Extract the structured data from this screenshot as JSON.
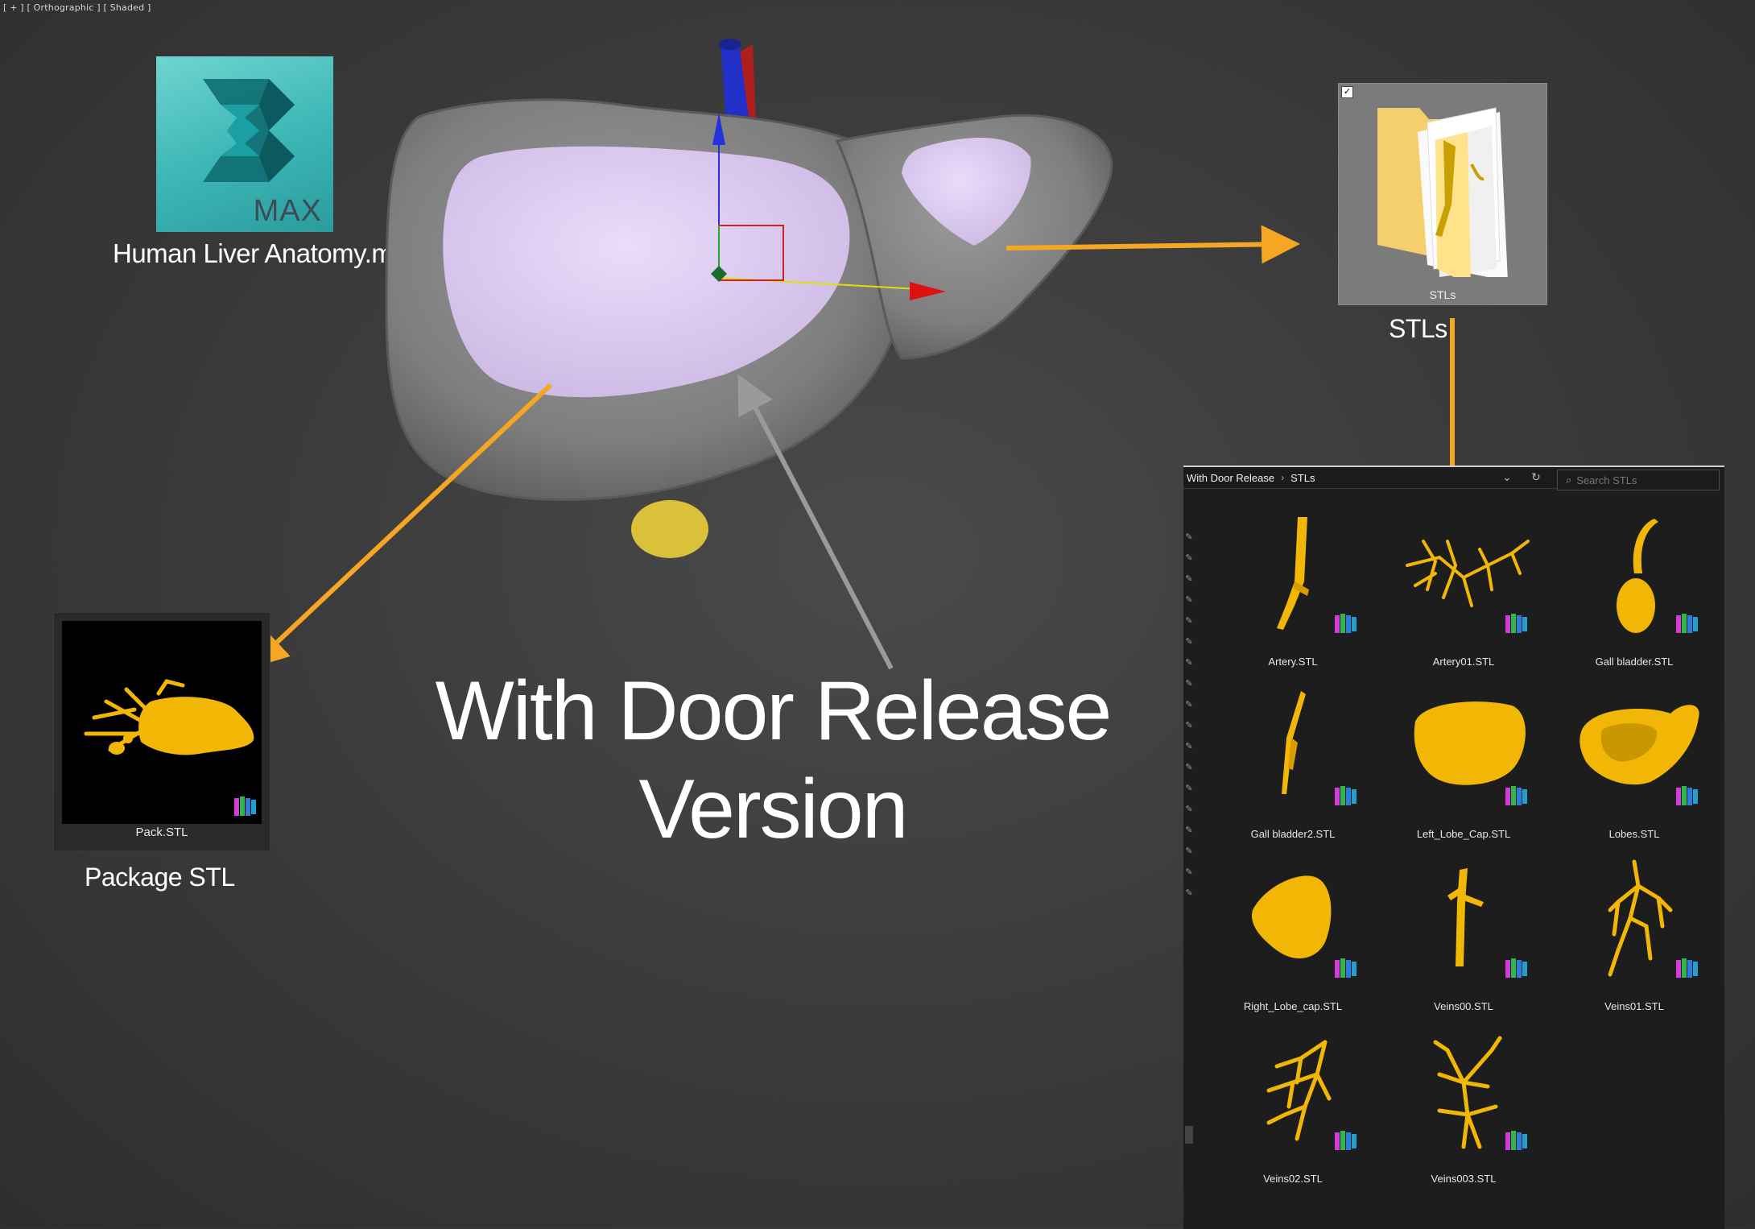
{
  "viewport": {
    "label": "[ + ] [ Orthographic ] [ Shaded ]"
  },
  "max_file": {
    "logo_text": "MAX",
    "caption": "Human Liver Anatomy.max"
  },
  "stls_folder": {
    "tile_label": "STLs",
    "caption": "STLs",
    "checked": true
  },
  "package": {
    "tile_label": "Pack.STL",
    "caption": "Package STL"
  },
  "title": {
    "line1": "With Door Release",
    "line2": "Version"
  },
  "explorer": {
    "breadcrumb": [
      "With Door Release",
      "STLs"
    ],
    "search_placeholder": "Search STLs",
    "files": [
      {
        "name": "Artery.STL",
        "icon": "artery-model-icon"
      },
      {
        "name": "Artery01.STL",
        "icon": "artery-branches-icon"
      },
      {
        "name": "Gall bladder.STL",
        "icon": "gall-bladder-icon"
      },
      {
        "name": "Gall bladder2.STL",
        "icon": "gall-duct-icon"
      },
      {
        "name": "Left_Lobe_Cap.STL",
        "icon": "left-lobe-cap-icon"
      },
      {
        "name": "Lobes.STL",
        "icon": "lobes-icon"
      },
      {
        "name": "Right_Lobe_cap.STL",
        "icon": "right-lobe-cap-icon"
      },
      {
        "name": "Veins00.STL",
        "icon": "vein-trunk-icon"
      },
      {
        "name": "Veins01.STL",
        "icon": "vein-tree-icon"
      },
      {
        "name": "Veins02.STL",
        "icon": "vein-network-icon"
      },
      {
        "name": "Veins003.STL",
        "icon": "vein-branches-icon"
      }
    ]
  },
  "colors": {
    "arrow": "#f5a623",
    "arrow_grey": "#9a9a9a",
    "stl_gold": "#f2b705",
    "liver_grey": "#8c8c8c",
    "lobe_lilac": "#d9c8ee"
  }
}
